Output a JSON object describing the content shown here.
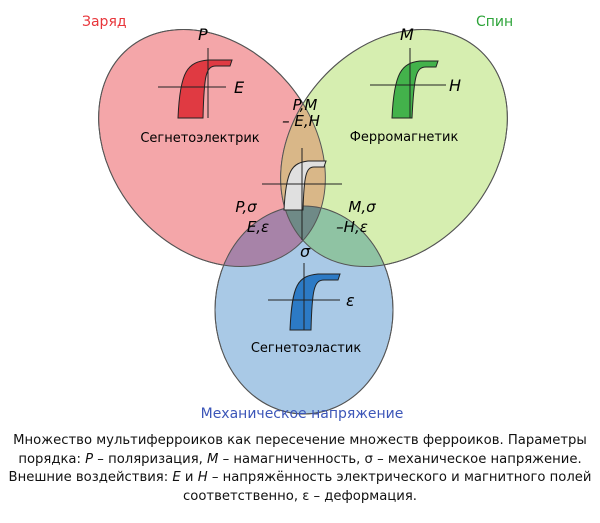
{
  "categories": {
    "charge": {
      "label": "Заряд",
      "color": "#e8363b",
      "fill": "#f4a6a9"
    },
    "spin": {
      "label": "Спин",
      "color": "#2ea43a",
      "fill": "#d6eeb0"
    },
    "stress": {
      "label": "Механическое напряжение",
      "color": "#3c56b8",
      "fill": "#a9c9e6"
    }
  },
  "sets": {
    "ferroelectric": {
      "name": "Сегнетоэлектрик",
      "y_axis": "P",
      "x_axis": "E",
      "loop_color": "#e03a42"
    },
    "ferromagnetic": {
      "name": "Ферромагнетик",
      "y_axis": "M",
      "x_axis": "H",
      "loop_color": "#43b24b"
    },
    "ferroelastic": {
      "name": "Сегнетоэластик",
      "y_axis": "σ",
      "x_axis": "ε",
      "loop_color": "#2c7ac5"
    }
  },
  "overlaps": {
    "charge_spin": {
      "line1": "P,M",
      "line2": "– E,H"
    },
    "charge_stress": {
      "line1": "P,σ",
      "line2": "E,ε"
    },
    "spin_stress": {
      "line1": "M,σ",
      "line2": "–H,ε"
    },
    "center": {
      "loop_color": "#e0e0e0"
    }
  },
  "caption": {
    "l1": "Множество мультиферроиков как пересечение множеств ферроиков. Параметры",
    "l2_a": "порядка: ",
    "l2_P": "P",
    "l2_b": " – поляризация, ",
    "l2_M": "M",
    "l2_c": " – намагниченность, σ – механическое напряжение.",
    "l3_a": "Внешние воздействия: ",
    "l3_E": "E",
    "l3_b": " и ",
    "l3_H": "H",
    "l3_c": " – напряжённость электрического и магнитного полей",
    "l4": "соответственно, ε – деформация."
  }
}
